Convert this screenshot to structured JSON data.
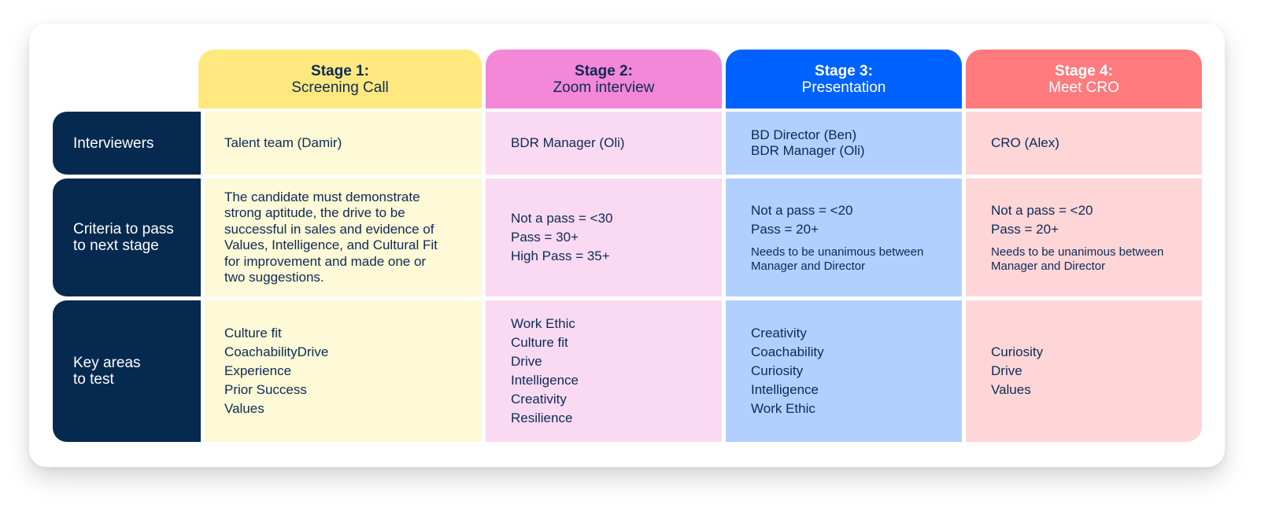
{
  "stages": [
    {
      "number": "Stage 1:",
      "name": "Screening Call",
      "color": "#ffe97f",
      "cell_color": "#fef9d6"
    },
    {
      "number": "Stage 2:",
      "name": "Zoom interview",
      "color": "#f388d8",
      "cell_color": "#fadaf3"
    },
    {
      "number": "Stage 3:",
      "name": "Presentation",
      "color": "#0062fe",
      "cell_color": "#b1d0ff"
    },
    {
      "number": "Stage 4:",
      "name": "Meet CRO",
      "color": "#ff7b7d",
      "cell_color": "#fed6d7"
    }
  ],
  "row_labels": {
    "interviewers": [
      "Interviewers"
    ],
    "criteria": [
      "Criteria to pass",
      "to next stage"
    ],
    "key_areas": [
      "Key areas",
      "to test"
    ]
  },
  "label_color": "#06294f",
  "interviewers": [
    [
      "Talent team (Damir)"
    ],
    [
      "BDR Manager (Oli)"
    ],
    [
      "BD Director (Ben)",
      "BDR Manager (Oli)"
    ],
    [
      "CRO (Alex)"
    ]
  ],
  "criteria": [
    {
      "lines": [
        "The candidate must demonstrate",
        "strong aptitude, the drive to be",
        "successful in sales and evidence of",
        "Values, Intelligence, and Cultural Fit",
        "for improvement and made one or",
        "two suggestions."
      ]
    },
    {
      "lines": [
        "Not a pass = <30",
        "Pass = 30+",
        "High Pass = 35+"
      ]
    },
    {
      "lines": [
        "Not a pass = <20",
        "Pass = 20+"
      ],
      "note": [
        "Needs to be unanimous between",
        "Manager and Director"
      ]
    },
    {
      "lines": [
        "Not a pass = <20",
        "Pass = 20+"
      ],
      "note": [
        "Needs to be unanimous between",
        "Manager and Director"
      ]
    }
  ],
  "key_areas": [
    [
      "Culture fit",
      "CoachabilityDrive",
      "Experience",
      "Prior Success",
      "Values"
    ],
    [
      "Work Ethic",
      "Culture fit",
      "Drive",
      "Intelligence",
      "Creativity",
      "Resilience"
    ],
    [
      "Creativity",
      "Coachability",
      "Curiosity",
      "Intelligence",
      "Work Ethic"
    ],
    [
      "Curiosity",
      "Drive",
      "Values"
    ]
  ]
}
